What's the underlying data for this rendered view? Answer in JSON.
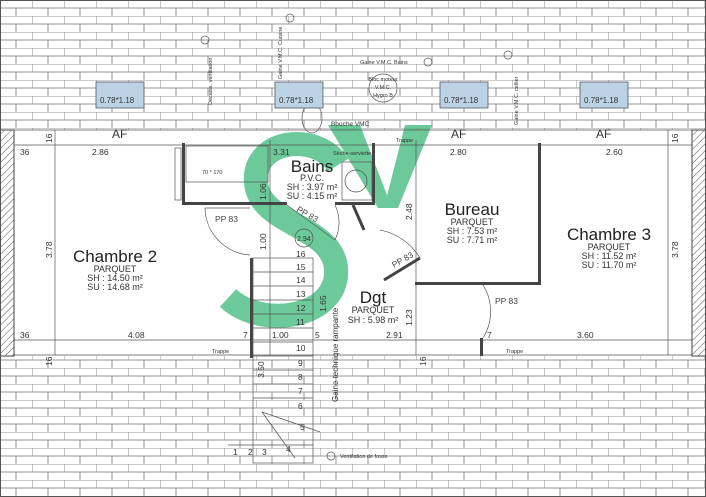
{
  "rooms": {
    "chambre2": {
      "name": "Chambre 2",
      "floor": "PARQUET",
      "sh": "SH : 14.50 m²",
      "su": "SU : 14.68 m²"
    },
    "bains": {
      "name": "Bains",
      "floor": "P.V.C.",
      "sh": "SH : 3.97 m²",
      "su": "SU : 4.15 m²"
    },
    "bureau": {
      "name": "Bureau",
      "floor": "PARQUET",
      "sh": "SH : 7.53 m²",
      "su": "SU : 7.71 m²"
    },
    "chambre3": {
      "name": "Chambre 3",
      "floor": "PARQUET",
      "sh": "SH : 11.52 m²",
      "su": "SU : 11.70 m²"
    },
    "dgt": {
      "name": "Dgt",
      "floor": "PARQUET",
      "sh": "SH : 5.98 m²"
    }
  },
  "windows": {
    "size": "0.78*1.18",
    "af": "AF"
  },
  "doors": {
    "pp": "PP 83"
  },
  "bath": {
    "tub": "70 * 170"
  },
  "annotations": {
    "gaine_bains": "Gaine V.M.C. Bains",
    "bloc1": "Bloc moteur",
    "bloc2": "V.M.C.",
    "bloc3": "Hygro B",
    "decaiss": "Décaiss. ventilation",
    "gaine_cuisine": "Gaine V.M.C. Cuisine",
    "gaine_cellier": "Gaine V.M.C. cellier",
    "bouche": "Bouche VMC",
    "seche": "Sèche-serviette",
    "trappe": "Trappe",
    "gaine_tech": "Gaine technique rampante",
    "ventil": "Ventilation de fosse"
  },
  "dims": {
    "d36": "36",
    "d16": "16",
    "d286": "2.86",
    "d331": "3.31",
    "d106": "1.06",
    "d280": "2.80",
    "d260": "2.60",
    "d378": "3.78",
    "d100": "1.00",
    "d294": "2.94",
    "d165": "1.65",
    "d248": "2.48",
    "d123": "1.23",
    "d408": "4.08",
    "d7": "7",
    "d291": "2.91",
    "d360": "3.60",
    "d350": "3.50",
    "d5": "5"
  },
  "stairs": [
    "1",
    "2",
    "3",
    "4",
    "5",
    "6",
    "7",
    "8",
    "9",
    "10",
    "11",
    "12",
    "13",
    "14",
    "15",
    "16"
  ],
  "watermark": "SV",
  "colors": {
    "watermark": "#3cb878",
    "glass": "#bcd3e6"
  }
}
